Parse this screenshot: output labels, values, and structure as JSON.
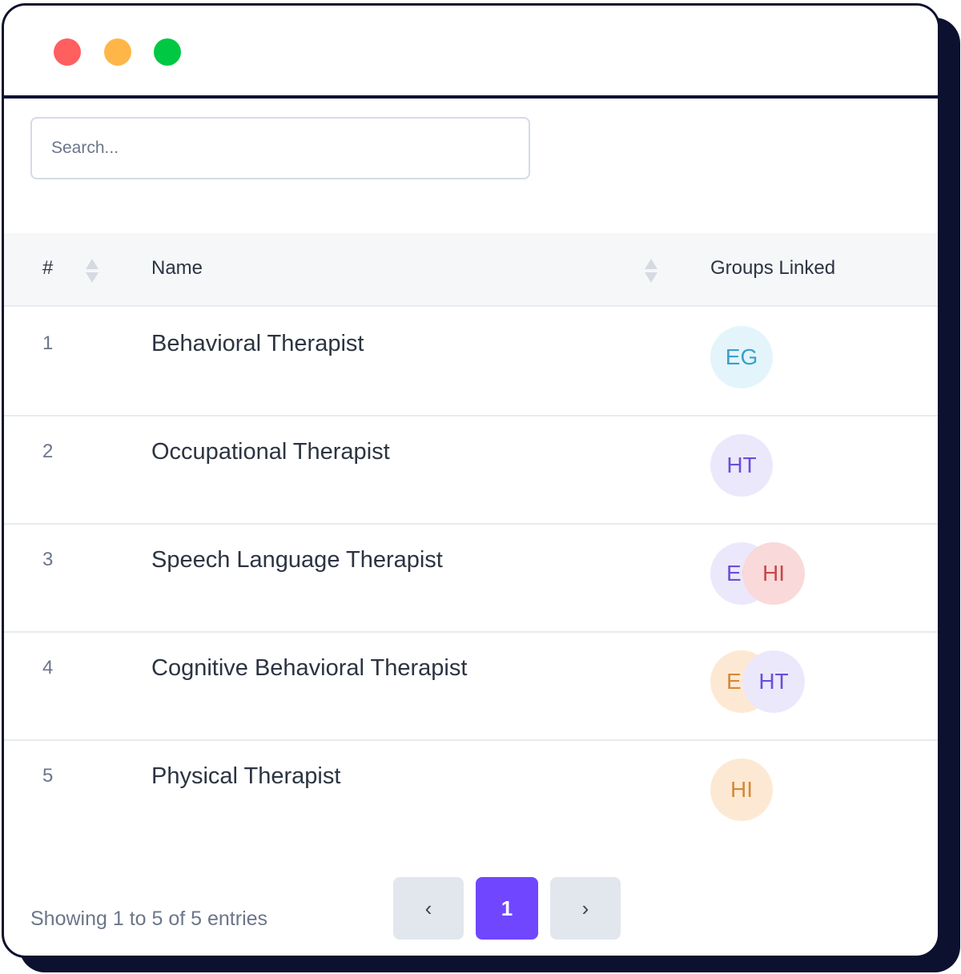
{
  "window": {
    "controls": [
      "close-dot",
      "minimize-dot",
      "maximize-dot"
    ]
  },
  "search": {
    "placeholder": "Search..."
  },
  "table": {
    "headers": {
      "index": "#",
      "name": "Name",
      "groups": "Groups Linked"
    },
    "rows": [
      {
        "index": "1",
        "name": "Behavioral Therapist",
        "groups": [
          {
            "label": "EG",
            "bg": "#e3f5fb",
            "fg": "#3aa0c9"
          }
        ]
      },
      {
        "index": "2",
        "name": "Occupational Therapist",
        "groups": [
          {
            "label": "HT",
            "bg": "#ece8fc",
            "fg": "#6a4fd8"
          }
        ]
      },
      {
        "index": "3",
        "name": "Speech Language Therapist",
        "groups": [
          {
            "label": "EG",
            "bg": "#ece8fc",
            "fg": "#6a4fd8"
          },
          {
            "label": "HI",
            "bg": "#f9d9d9",
            "fg": "#c5484c"
          }
        ]
      },
      {
        "index": "4",
        "name": "Cognitive Behavioral Therapist",
        "groups": [
          {
            "label": "EG",
            "bg": "#fde9d3",
            "fg": "#d28a3c"
          },
          {
            "label": "HT",
            "bg": "#ece8fc",
            "fg": "#6a4fd8"
          }
        ]
      },
      {
        "index": "5",
        "name": "Physical Therapist",
        "groups": [
          {
            "label": "HI",
            "bg": "#fde9d3",
            "fg": "#d28a3c"
          }
        ]
      }
    ]
  },
  "footer": {
    "showing": "Showing 1 to 5 of 5 entries",
    "prev": "‹",
    "current_page": "1",
    "next": "›"
  },
  "colors": {
    "accent": "#7047ff",
    "frame": "#0d1130"
  }
}
